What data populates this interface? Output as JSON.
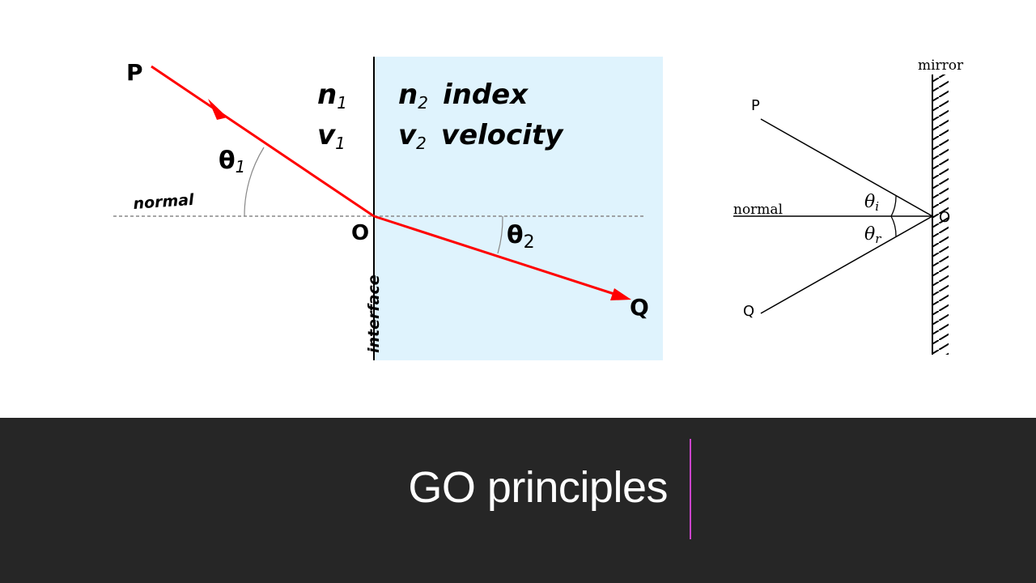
{
  "refraction": {
    "point_p": "P",
    "point_o": "O",
    "point_q": "Q",
    "n1": "n",
    "n1_sub": "1",
    "v1": "v",
    "v1_sub": "1",
    "n2": "n",
    "n2_sub": "2",
    "n2_word": "index",
    "v2": "v",
    "v2_sub": "2",
    "v2_word": "velocity",
    "theta1": "θ",
    "theta1_sub": "1",
    "theta2": "θ",
    "theta2_sub": "2",
    "normal_label": "normal",
    "interface_label": "interface",
    "colors": {
      "ray": "#ff0000",
      "medium2": "#dff3fd"
    }
  },
  "reflection": {
    "mirror_label": "mirror",
    "point_p": "P",
    "point_o": "O",
    "point_q": "Q",
    "normal_label": "normal",
    "theta_i": "θ",
    "theta_i_sub": "i",
    "theta_r": "θ",
    "theta_r_sub": "r"
  },
  "footer": {
    "title": "GO principles",
    "colors": {
      "background": "#262626",
      "accent": "#cc44cc"
    }
  }
}
